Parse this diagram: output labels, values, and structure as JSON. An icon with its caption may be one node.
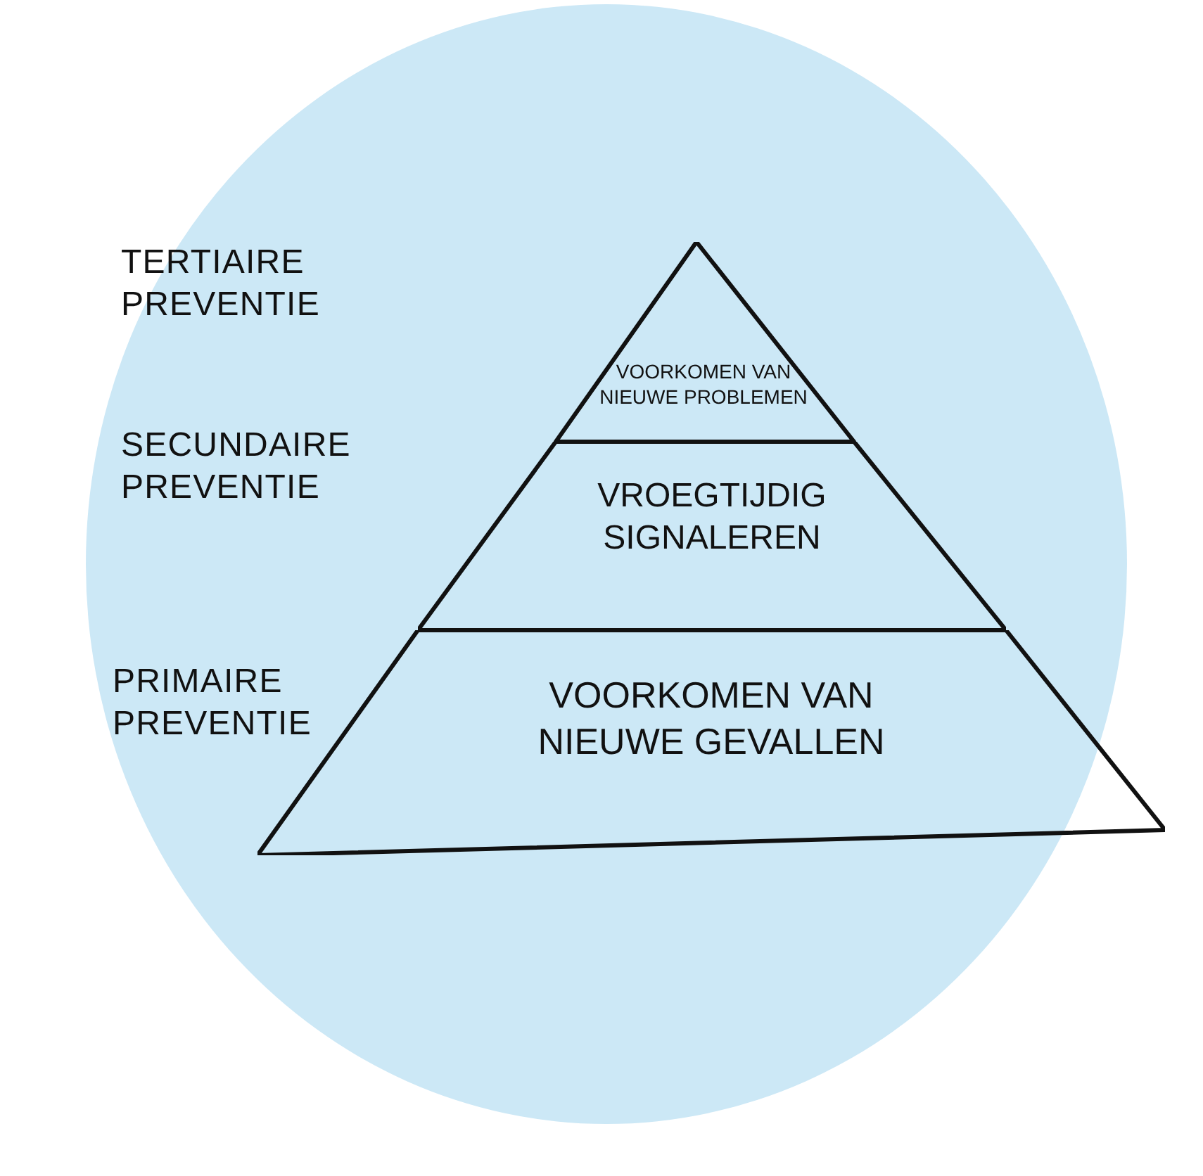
{
  "diagram": {
    "nodes": [
      {
        "text": [
          "VOORKOMEN VAN NIEUWE PROBLEMEN"
        ]
      },
      {
        "text": [
          "VROEGTIJDIG SIGNALEREN"
        ]
      },
      {
        "text": [
          "VOORKOMEN VAN NIEUWE GEVALLEN"
        ]
      }
    ],
    "labels": [
      "TERTIAIRE PREVENTIE",
      "SECUNDAIRE PREVENTIE",
      "PRIMAIRE PREVENTIE"
    ]
  }
}
